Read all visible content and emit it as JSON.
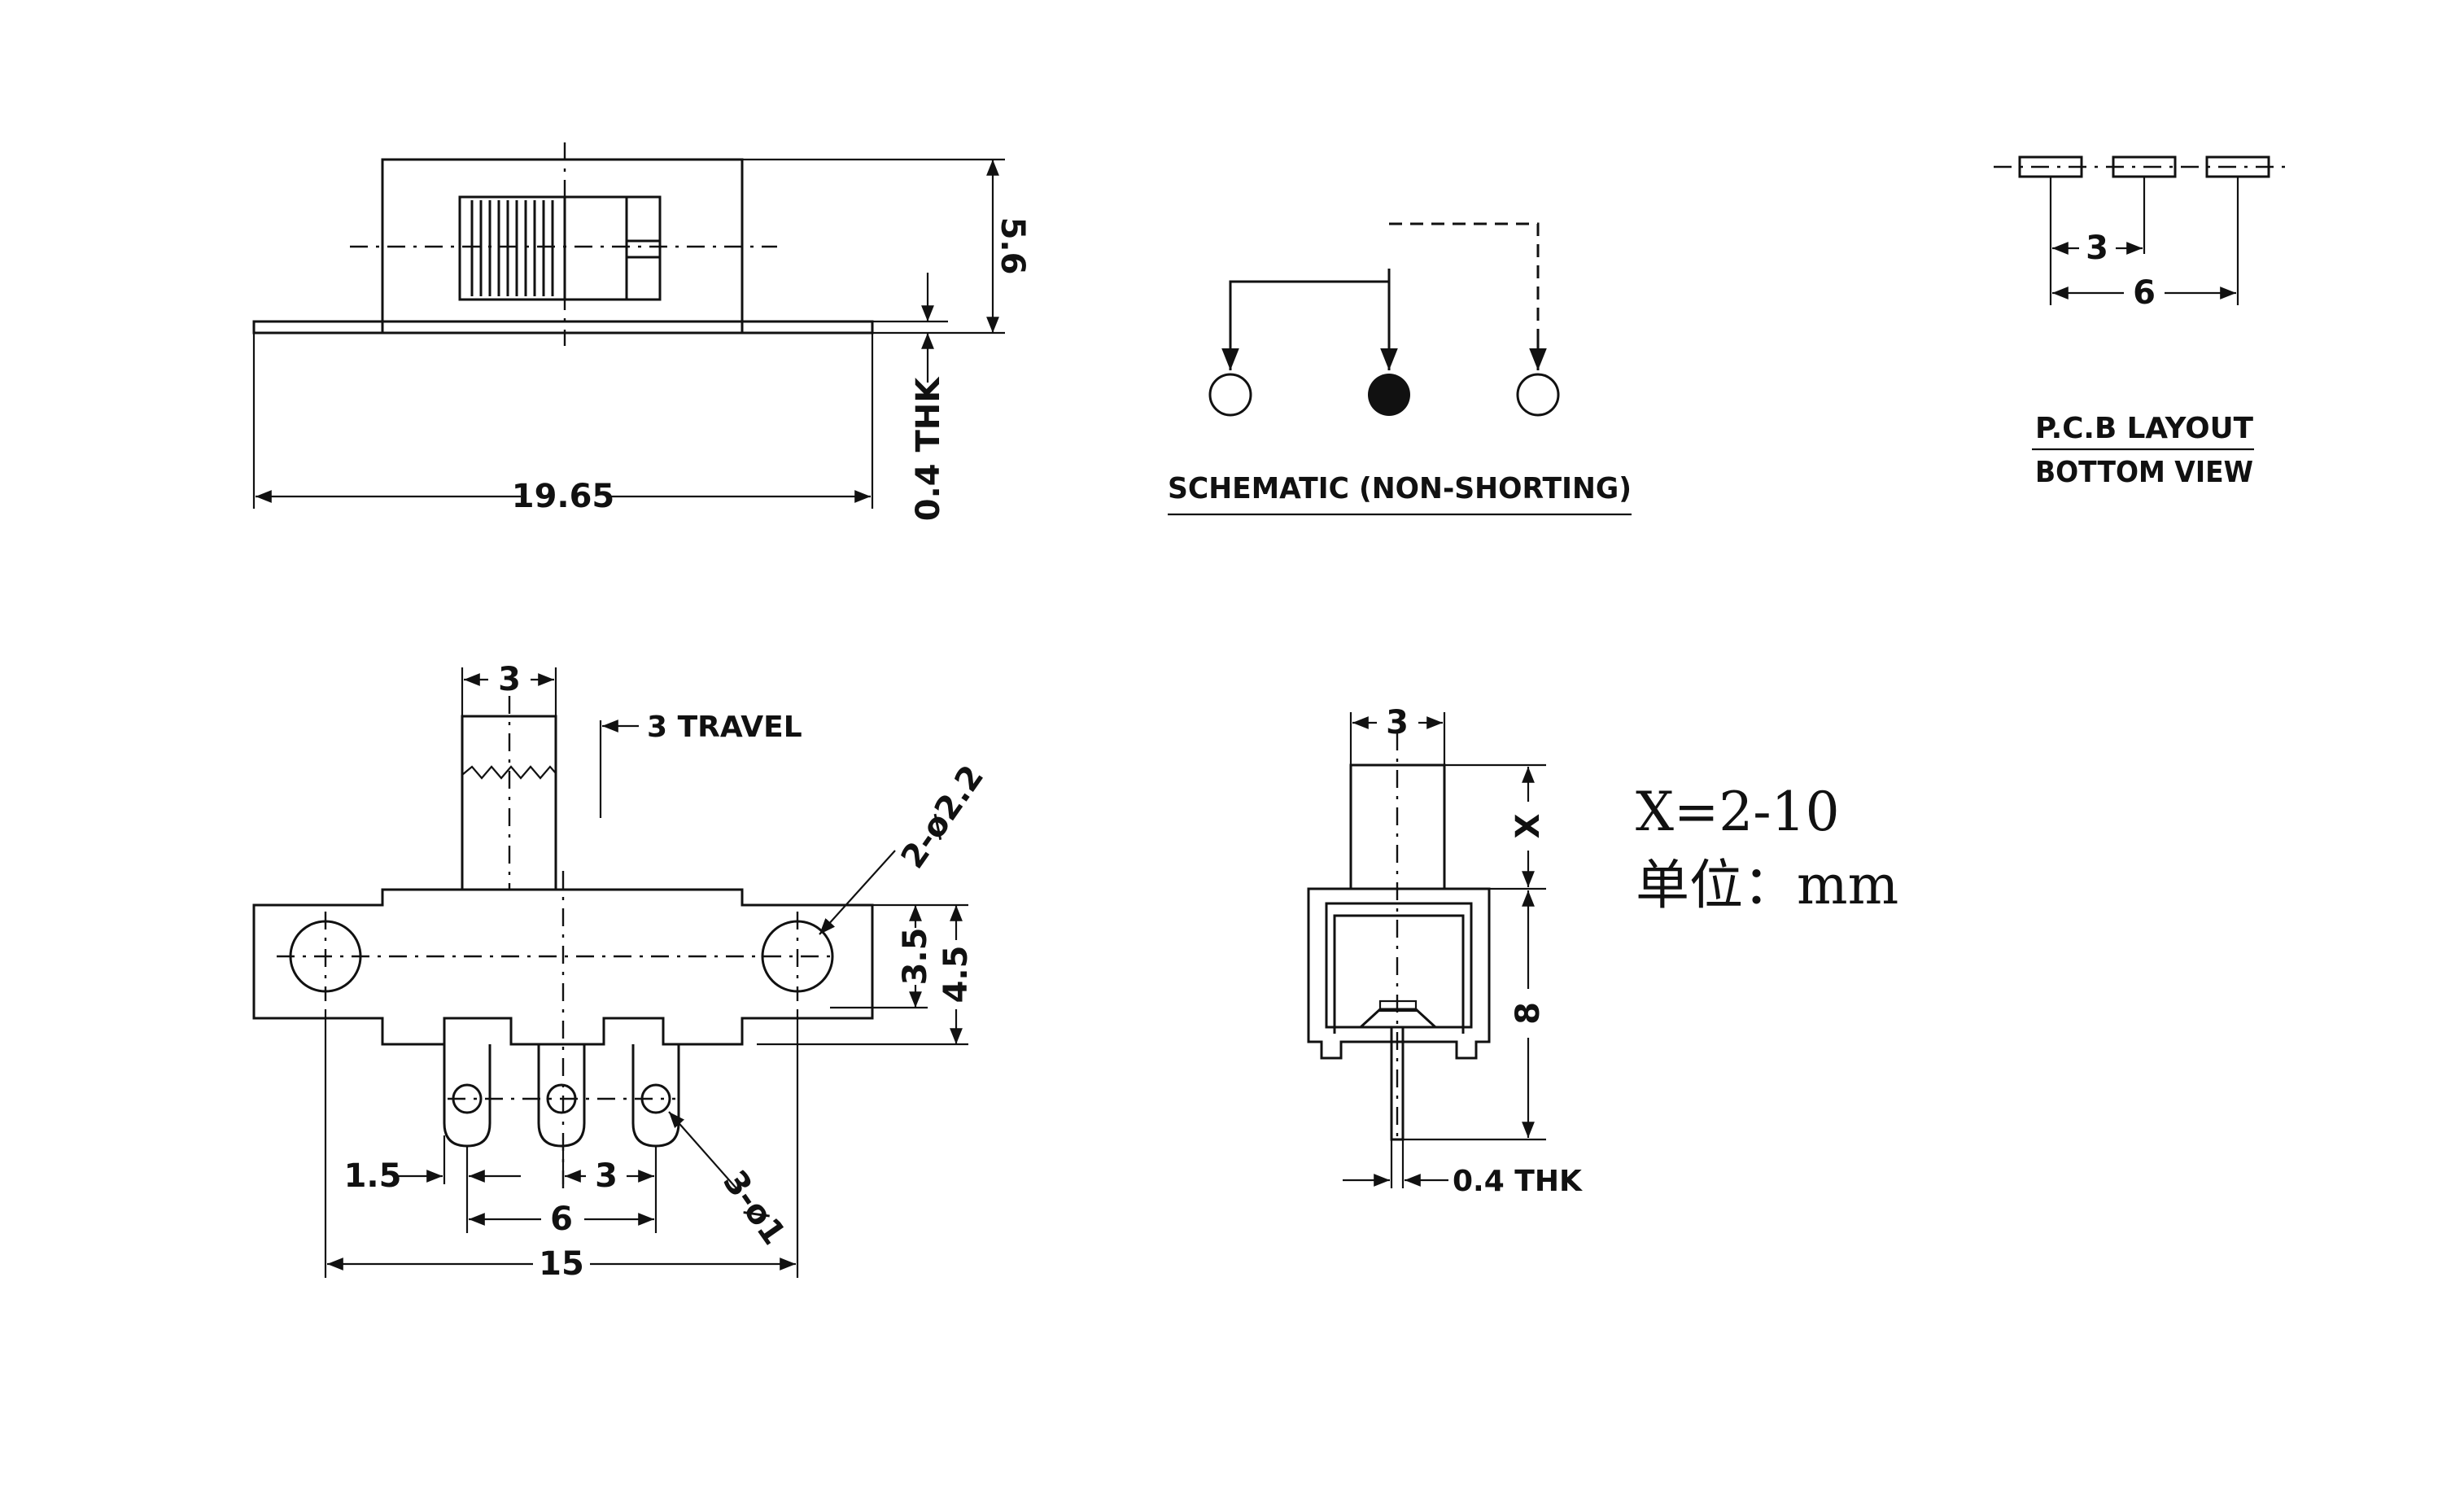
{
  "dimensions": {
    "length_total": "19.65",
    "height_total": "5.6",
    "plate_thickness": "0.4 THK",
    "actuator_width_top": "3",
    "travel": "3 TRAVEL",
    "mount_holes": "2-ø2.2",
    "hole_center_height": "3.5",
    "body_height": "4.5",
    "pin_offset": "1.5",
    "pin_spacing_inner": "3",
    "pin_spacing_outer": "6",
    "mount_spacing": "15",
    "pin_holes": "3-ø1",
    "side_actuator_width": "3",
    "actuator_height": "X",
    "side_height": "8",
    "side_thickness": "0.4 THK",
    "pcb_pitch_inner": "3",
    "pcb_pitch_outer": "6"
  },
  "captions": {
    "schematic": "SCHEMATIC (NON-SHORTING)",
    "pcb_line1": "P.C.B LAYOUT",
    "pcb_line2": "BOTTOM VIEW"
  },
  "notes": {
    "x_range": "X=2-10",
    "unit": "单位：mm"
  }
}
